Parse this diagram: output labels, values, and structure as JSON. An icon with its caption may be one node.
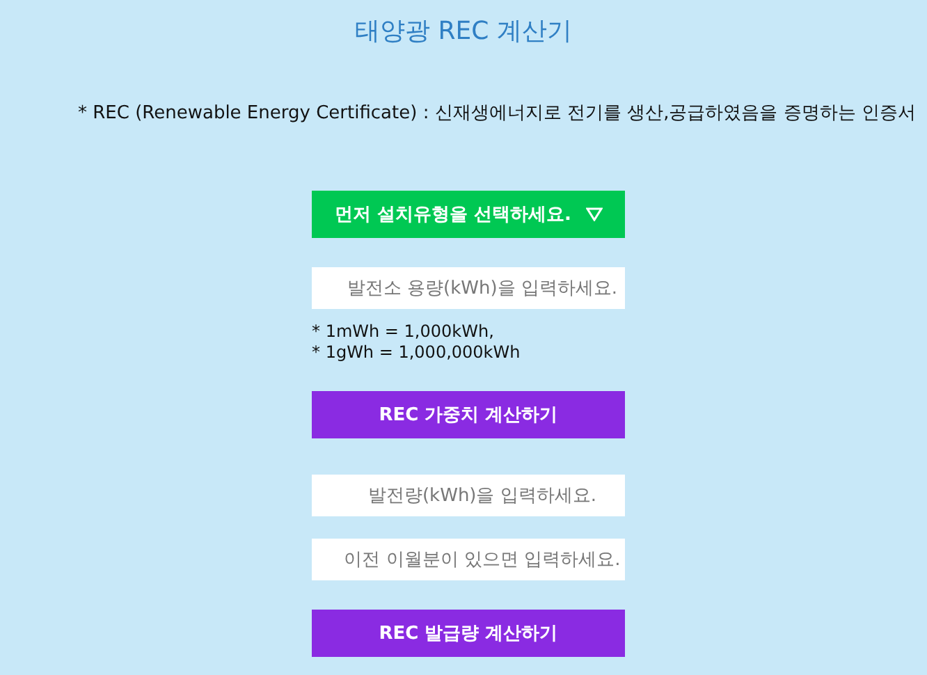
{
  "diagram": {
    "title": "태양광 REC 계산기",
    "nodes": [
      {
        "text": [
          "먼저 설치유형을 선택하세요."
        ]
      },
      {
        "text": [
          "발전소 용량(kWh)을 입력하세요."
        ]
      },
      {
        "text": [
          "REC 가중치 계산하기"
        ]
      },
      {
        "text": [
          "발전량(kWh)을 입력하세요."
        ]
      },
      {
        "text": [
          "이전 이월분이 있으면 입력하세요."
        ]
      },
      {
        "text": [
          "REC 발급량 계산하기"
        ]
      }
    ],
    "labels": [
      "* REC (Renewable Energy Certificate) : 신재생에너지로 전기를 생산,공급하였음을 증명하는 인증서",
      "* 1mWh = 1,000kWh,",
      "* 1gWh = 1,000,000kWh"
    ]
  }
}
